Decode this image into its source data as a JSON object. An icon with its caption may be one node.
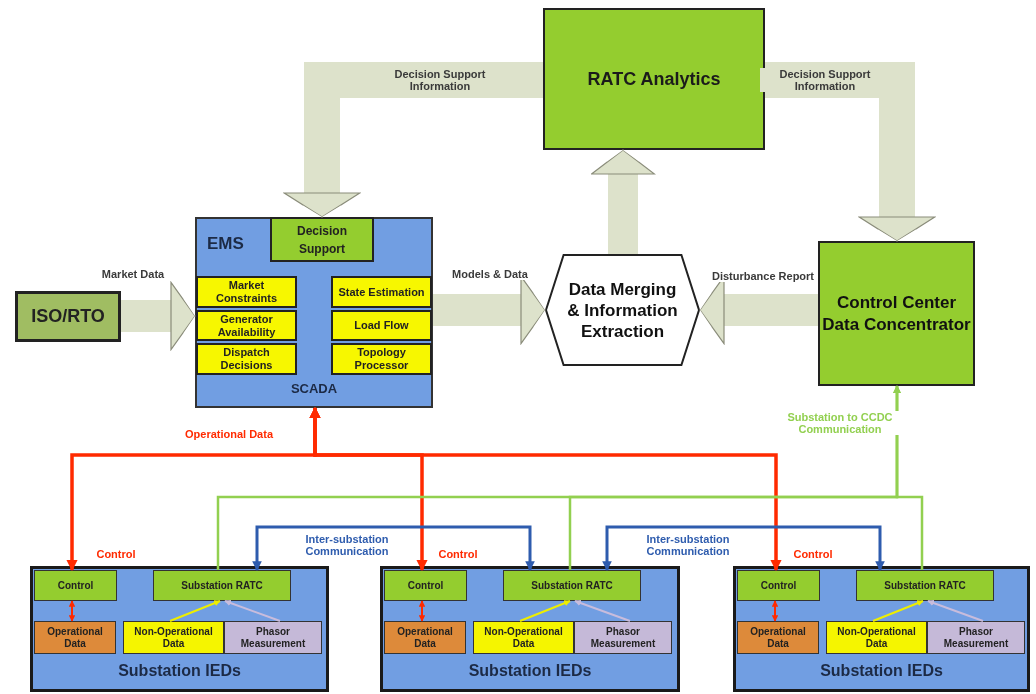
{
  "diagram": {
    "nodes": [
      {
        "text": [
          "RATC Analytics"
        ]
      },
      {
        "text": [
          "EMS",
          "SCADA"
        ]
      },
      {
        "text": [
          "Decision Support"
        ],
        "in": 1
      },
      {
        "text": [
          "Market Constraints"
        ],
        "in": 1
      },
      {
        "text": [
          "Generator Availability"
        ],
        "in": 1
      },
      {
        "text": [
          "Dispatch Decisions"
        ],
        "in": 1
      },
      {
        "text": [
          "State Estimation"
        ],
        "in": 1
      },
      {
        "text": [
          "Load Flow"
        ],
        "in": 1
      },
      {
        "text": [
          "Topology Processor"
        ],
        "in": 1
      },
      {
        "text": [
          "ISO/RTO"
        ]
      },
      {
        "text": [
          "Data Merging & Information Extraction"
        ]
      },
      {
        "text": [
          "Control Center Data Concentrator"
        ]
      },
      {
        "text": [
          "Substation IEDs"
        ]
      },
      {
        "text": [
          "Control"
        ],
        "in": 12
      },
      {
        "text": [
          "Substation RATC"
        ],
        "in": 12
      },
      {
        "text": [
          "Operational Data"
        ],
        "in": 12
      },
      {
        "text": [
          "Non-Operational Data"
        ],
        "in": 12
      },
      {
        "text": [
          "Phasor Measurement"
        ],
        "in": 12
      },
      {
        "text": [
          "Substation IEDs"
        ]
      },
      {
        "text": [
          "Control"
        ],
        "in": 18
      },
      {
        "text": [
          "Substation RATC"
        ],
        "in": 18
      },
      {
        "text": [
          "Operational Data"
        ],
        "in": 18
      },
      {
        "text": [
          "Non-Operational Data"
        ],
        "in": 18
      },
      {
        "text": [
          "Phasor Measurement"
        ],
        "in": 18
      },
      {
        "text": [
          "Substation IEDs"
        ]
      },
      {
        "text": [
          "Control"
        ],
        "in": 24
      },
      {
        "text": [
          "Substation RATC"
        ],
        "in": 24
      },
      {
        "text": [
          "Operational Data"
        ],
        "in": 24
      },
      {
        "text": [
          "Non-Operational Data"
        ],
        "in": 24
      },
      {
        "text": [
          "Phasor Measurement"
        ],
        "in": 24
      }
    ],
    "edges": [
      {
        "from": 0,
        "to": 2,
        "arrow": "to",
        "style": "thick",
        "label": "Decision Support Information"
      },
      {
        "from": 0,
        "to": 11,
        "arrow": "to",
        "style": "thick",
        "label": "Decision Support Information"
      },
      {
        "from": 10,
        "to": 0,
        "arrow": "to",
        "style": "thick"
      },
      {
        "from": 9,
        "to": 1,
        "arrow": "to",
        "style": "thick",
        "label": "Market Data"
      },
      {
        "from": 1,
        "to": 10,
        "arrow": "to",
        "style": "thick",
        "label": "Models & Data"
      },
      {
        "from": 11,
        "to": 10,
        "arrow": "to",
        "style": "thick",
        "label": "Disturbance Report"
      },
      {
        "from": 1,
        "to": 13,
        "arrow": "both",
        "color": "#ff2a00",
        "label": "Control"
      },
      {
        "from": 1,
        "to": 19,
        "arrow": "both",
        "color": "#ff2a00",
        "label": "Control"
      },
      {
        "from": 1,
        "to": 25,
        "arrow": "both",
        "color": "#ff2a00",
        "label": "Control"
      },
      {
        "from": 14,
        "to": 11,
        "arrow": "to",
        "color": "#92d050"
      },
      {
        "from": 20,
        "to": 11,
        "arrow": "to",
        "color": "#92d050"
      },
      {
        "from": 26,
        "to": 11,
        "arrow": "to",
        "color": "#92d050",
        "label": "Substation to CCDC Communication"
      },
      {
        "from": 14,
        "to": 20,
        "arrow": "both",
        "color": "#2e5cae",
        "label": "Inter-substation Communication"
      },
      {
        "from": 20,
        "to": 26,
        "arrow": "both",
        "color": "#2e5cae",
        "label": "Inter-substation Communication"
      },
      {
        "from": 13,
        "to": 15,
        "arrow": "both",
        "color": "#ff2a00"
      },
      {
        "from": 16,
        "to": 14,
        "arrow": "to",
        "color": "#eeee00"
      },
      {
        "from": 17,
        "to": 14,
        "arrow": "to",
        "color": "#c8bcdc"
      },
      {
        "from": 19,
        "to": 21,
        "arrow": "both",
        "color": "#ff2a00"
      },
      {
        "from": 22,
        "to": 20,
        "arrow": "to",
        "color": "#eeee00"
      },
      {
        "from": 23,
        "to": 20,
        "arrow": "to",
        "color": "#c8bcdc"
      },
      {
        "from": 25,
        "to": 27,
        "arrow": "both",
        "color": "#ff2a00"
      },
      {
        "from": 28,
        "to": 26,
        "arrow": "to",
        "color": "#eeee00"
      },
      {
        "from": 29,
        "to": 26,
        "arrow": "to",
        "color": "#c8bcdc"
      }
    ],
    "labels": [
      "Operational Data"
    ]
  }
}
